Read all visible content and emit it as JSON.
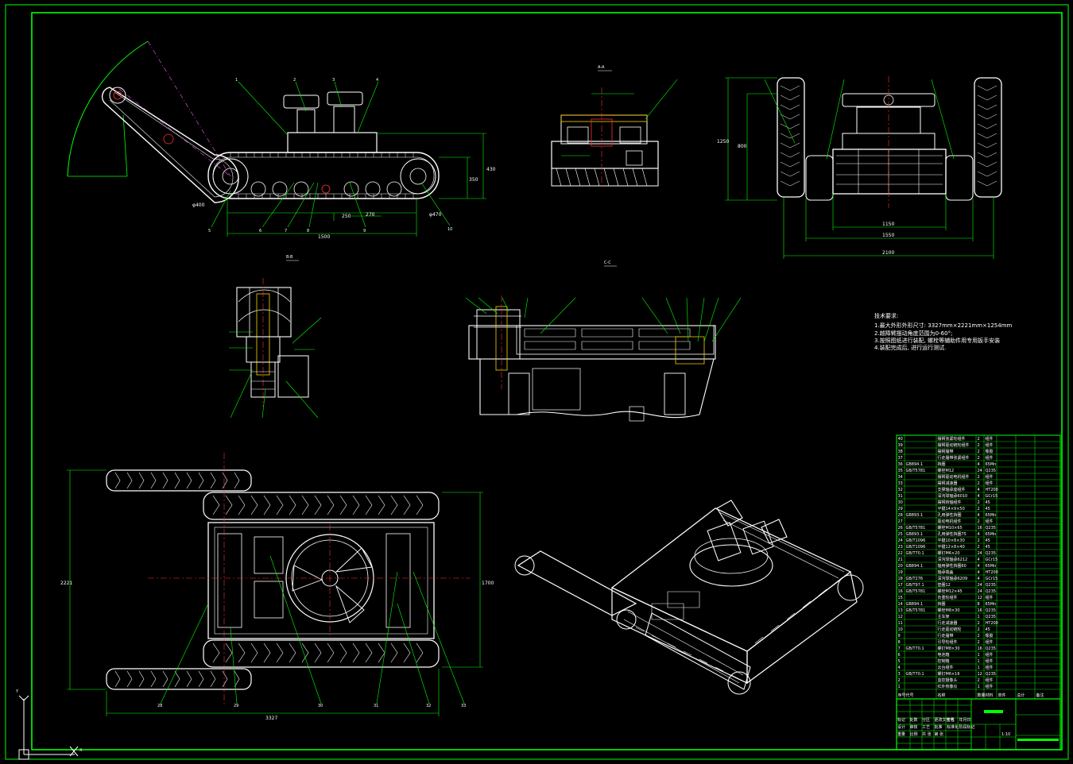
{
  "colors": {
    "background": "#000000",
    "frame": "#00ff00",
    "outline": "#ffffff",
    "centerline": "#ff3030",
    "phantom": "#c040c0",
    "hatch": "#ffd000"
  },
  "side_view": {
    "dims": {
      "length": "1500",
      "height_a": "430",
      "height_b": "350",
      "pitch_a": "250",
      "pitch_b": "270",
      "diameter_front": "φ470",
      "diameter_rear": "φ400"
    },
    "callouts": [
      "1",
      "2",
      "3",
      "4",
      "5",
      "6",
      "7",
      "8",
      "9",
      "10"
    ]
  },
  "front_view": {
    "dims": {
      "width_inner": "1150",
      "width_mid": "1550",
      "width_outer": "2100",
      "height_total": "1250",
      "height_body": "800"
    }
  },
  "section_labels": {
    "a": "A-A",
    "b": "B-B",
    "c": "C-C"
  },
  "plan_view": {
    "dims": {
      "length": "3327",
      "width_total": "2221",
      "width_inner": "1700"
    },
    "callouts": [
      "28",
      "29",
      "30",
      "31",
      "32",
      "33"
    ]
  },
  "tech_notes": {
    "title": "技术要求:",
    "lines": [
      "1.最大外形外形尺寸: 3327mm×2221mm×1254mm",
      "2.越障臂摆动角度范围为0-60°;",
      "3.按照图纸进行装配, 螺栓等辅助件用专用扳手安装",
      "4.装配完成后, 进行运行测试."
    ]
  },
  "bom": {
    "rows": [
      [
        "40",
        "",
        "摆臂张紧轮组件",
        "2",
        "组件"
      ],
      [
        "39",
        "",
        "摆臂驱动链轮组件",
        "2",
        "组件"
      ],
      [
        "38",
        "",
        "摆臂履带",
        "2",
        "橡胶"
      ],
      [
        "37",
        "",
        "行走履带张紧组件",
        "2",
        "组件"
      ],
      [
        "36",
        "GB894.1",
        "挡圈",
        "4",
        "65Mn"
      ],
      [
        "35",
        "GB/T5781",
        "螺栓M12",
        "24",
        "Q235"
      ],
      [
        "34",
        "",
        "摆臂驱动电机组件",
        "2",
        "组件"
      ],
      [
        "33",
        "",
        "摆臂减速器",
        "2",
        "组件"
      ],
      [
        "32",
        "",
        "支撑轴承座组件",
        "4",
        "HT200"
      ],
      [
        "31",
        "",
        "深沟球轴承6010",
        "4",
        "GCr15"
      ],
      [
        "30",
        "",
        "摆臂转轴组件",
        "2",
        "45"
      ],
      [
        "29",
        "",
        "平键14×9×50",
        "2",
        "45"
      ],
      [
        "28",
        "GB893.1",
        "孔用弹性挡圈",
        "4",
        "65Mn"
      ],
      [
        "27",
        "",
        "驱动电机组件",
        "2",
        "组件"
      ],
      [
        "26",
        "GB/T5781",
        "螺栓M10×65",
        "16",
        "Q235"
      ],
      [
        "25",
        "GB893.1",
        "孔用弹性挡圈75",
        "4",
        "65Mn"
      ],
      [
        "24",
        "GB/T1096",
        "平键10×8×30",
        "2",
        "45"
      ],
      [
        "23",
        "GB/T1096",
        "平键12×8×40",
        "2",
        "45"
      ],
      [
        "22",
        "GB/T70.1",
        "螺钉M6×20",
        "24",
        "Q235"
      ],
      [
        "21",
        "",
        "深沟球轴承6212",
        "4",
        "GCr15"
      ],
      [
        "20",
        "GB894.1",
        "轴用弹性挡圈60",
        "4",
        "65Mn"
      ],
      [
        "19",
        "",
        "轴承端盖",
        "4",
        "HT200"
      ],
      [
        "18",
        "GB/T276",
        "深沟球轴承6209",
        "4",
        "GCr15"
      ],
      [
        "17",
        "GB/T97.1",
        "垫圈12",
        "24",
        "Q235"
      ],
      [
        "16",
        "GB/T5781",
        "螺栓M12×45",
        "24",
        "Q235"
      ],
      [
        "15",
        "",
        "负重轮组件",
        "12",
        "组件"
      ],
      [
        "14",
        "GB894.1",
        "挡圈",
        "8",
        "65Mn"
      ],
      [
        "13",
        "GB/T5781",
        "螺栓M8×30",
        "16",
        "Q235"
      ],
      [
        "12",
        "",
        "主车架",
        "1",
        "Q235"
      ],
      [
        "11",
        "",
        "行走减速器",
        "2",
        "HT200"
      ],
      [
        "10",
        "",
        "行走驱动链轮",
        "2",
        "45"
      ],
      [
        "9",
        "",
        "行走履带",
        "2",
        "橡胶"
      ],
      [
        "8",
        "",
        "引导轮组件",
        "2",
        "组件"
      ],
      [
        "7",
        "GB/T70.1",
        "螺钉M8×30",
        "16",
        "Q235"
      ],
      [
        "6",
        "",
        "电池箱",
        "1",
        "组件"
      ],
      [
        "5",
        "",
        "控制箱",
        "1",
        "组件"
      ],
      [
        "4",
        "",
        "云台组件",
        "1",
        "组件"
      ],
      [
        "3",
        "GB/T70.1",
        "螺钉M6×16",
        "12",
        "Q235"
      ],
      [
        "2",
        "",
        "监控摄像头",
        "2",
        "组件"
      ],
      [
        "1",
        "",
        "红外热像仪",
        "1",
        "组件"
      ]
    ],
    "header": [
      "序号",
      "代号",
      "名称",
      "数量",
      "材料",
      "单件",
      "总计",
      "备注"
    ]
  },
  "title_block": {
    "labels": [
      "标记",
      "处数",
      "分区",
      "更改文件号",
      "签名",
      "年月日",
      "设计",
      "审核",
      "工艺",
      "批准",
      "标准化",
      "阶段标记",
      "重量",
      "比例",
      "共 张",
      "第 张"
    ],
    "scale": "1:10"
  },
  "ucs": {
    "x": "X",
    "y": "Y"
  }
}
